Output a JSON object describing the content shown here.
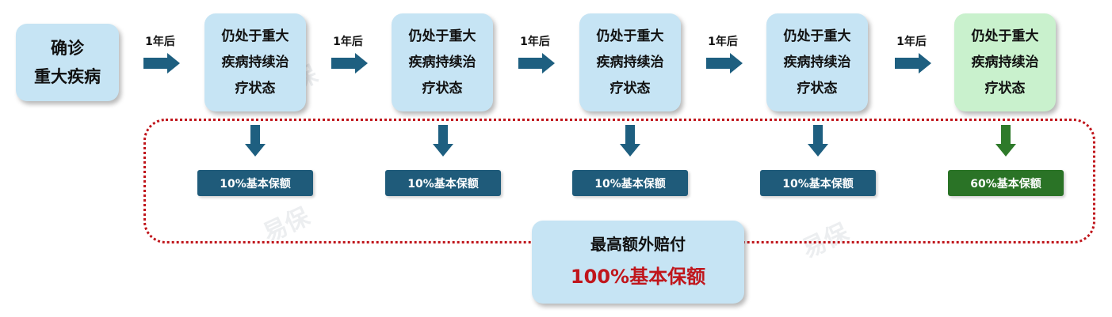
{
  "start": {
    "line1": "确诊",
    "line2": "重大疾病"
  },
  "interval_label": "1年后",
  "stages": [
    {
      "lines": [
        "仍处于重大",
        "疾病持续治",
        "疗状态"
      ],
      "payout": "10%基本保额",
      "highlight": false
    },
    {
      "lines": [
        "仍处于重大",
        "疾病持续治",
        "疗状态"
      ],
      "payout": "10%基本保额",
      "highlight": false
    },
    {
      "lines": [
        "仍处于重大",
        "疾病持续治",
        "疗状态"
      ],
      "payout": "10%基本保额",
      "highlight": false
    },
    {
      "lines": [
        "仍处于重大",
        "疾病持续治",
        "疗状态"
      ],
      "payout": "10%基本保额",
      "highlight": false
    },
    {
      "lines": [
        "仍处于重大",
        "疾病持续治",
        "疗状态"
      ],
      "payout": "60%基本保额",
      "highlight": true
    }
  ],
  "total": {
    "title": "最高额外赔付",
    "value": "100%基本保额"
  },
  "watermark": "易保",
  "colors": {
    "stage_box": "#c6e4f4",
    "final_box": "#c9f1cd",
    "payout_blue": "#1f5b7a",
    "payout_green": "#2a7326",
    "arrow_blue": "#1e5f80",
    "arrow_green": "#2e7a2a",
    "dotted_red": "#c0161c",
    "total_red": "#c0161c"
  }
}
